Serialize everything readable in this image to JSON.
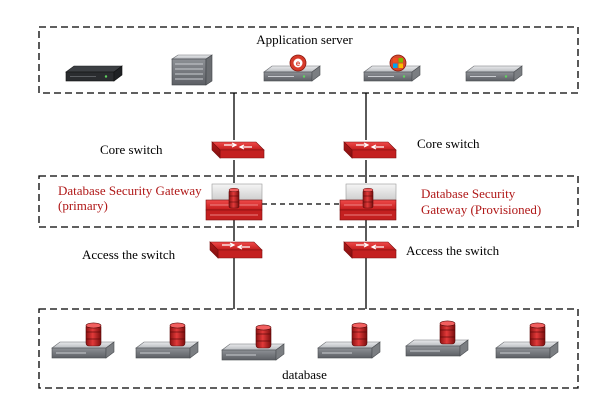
{
  "labels": {
    "application_server": "Application server",
    "core_switch_left": "Core switch",
    "core_switch_right": "Core switch",
    "gateway_primary_line1": "Database Security Gateway",
    "gateway_primary_line2": "(primary)",
    "gateway_provisioned_line1": "Database Security",
    "gateway_provisioned_line2": "Gateway (Provisioned)",
    "access_switch_left": "Access the switch",
    "access_switch_right": "Access the switch",
    "database": "database"
  },
  "colors": {
    "switch_red": "#d62b2b",
    "gateway_text": "#b01818",
    "server_gray": "#a9acb0",
    "dashed_border": "#000000"
  },
  "icons": {
    "application_servers": [
      "rack-server-dark-icon",
      "tower-server-icon",
      "server-ie-icon",
      "server-windows-icon",
      "server-plain-icon"
    ],
    "switches": [
      "core-switch-icon",
      "access-switch-icon"
    ],
    "gateways": [
      "security-gateway-icon"
    ],
    "database_servers": [
      "db-server-icon",
      "db-server-icon",
      "db-server-icon",
      "db-server-icon",
      "db-server-icon",
      "db-server-icon"
    ]
  }
}
